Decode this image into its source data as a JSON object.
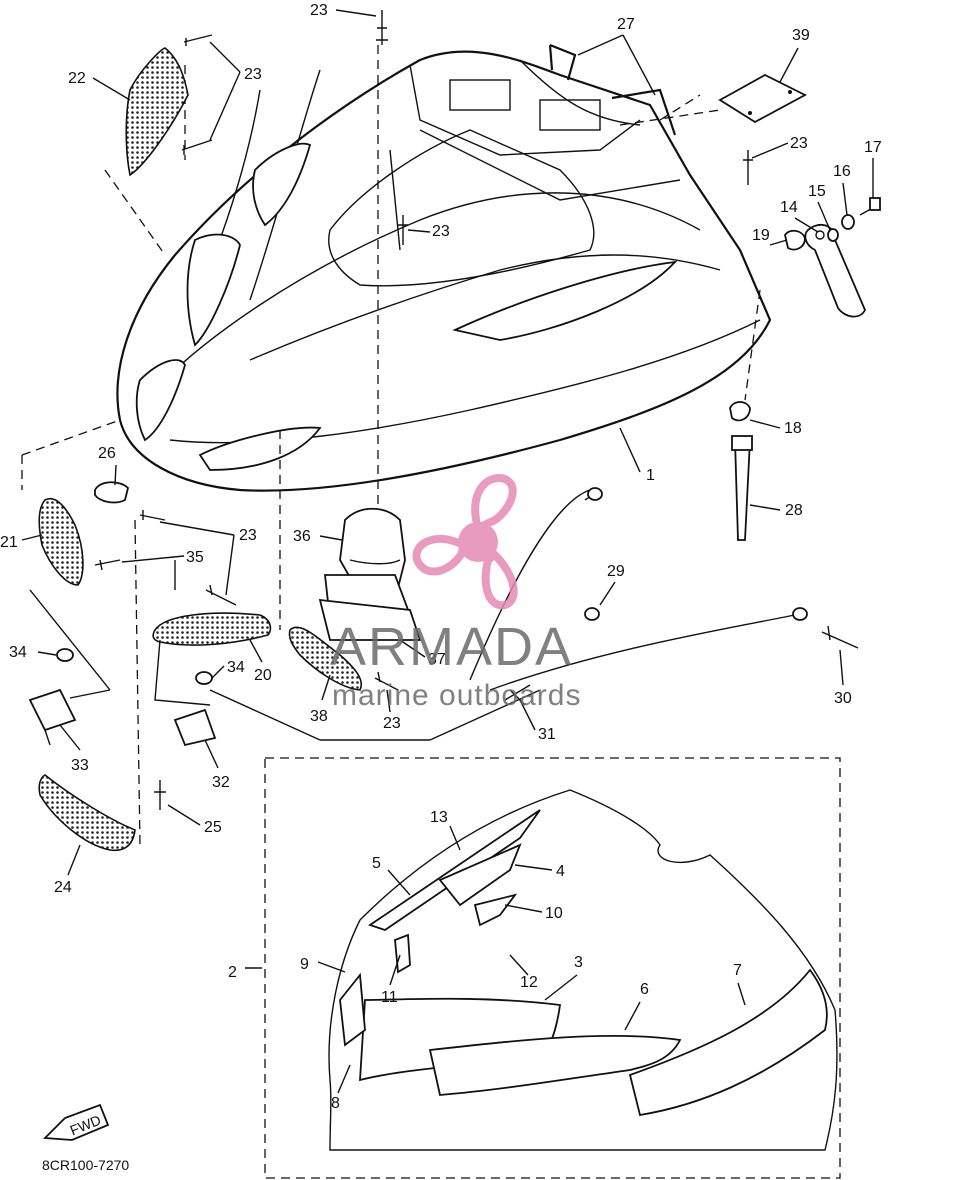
{
  "diagram": {
    "drawing_code": "8CR100-7270",
    "fwd_label": "FWD",
    "callouts": [
      {
        "id": "p1",
        "label": "1"
      },
      {
        "id": "p2",
        "label": "2"
      },
      {
        "id": "p3",
        "label": "3"
      },
      {
        "id": "p4",
        "label": "4"
      },
      {
        "id": "p5",
        "label": "5"
      },
      {
        "id": "p6",
        "label": "6"
      },
      {
        "id": "p7",
        "label": "7"
      },
      {
        "id": "p8",
        "label": "8"
      },
      {
        "id": "p9",
        "label": "9"
      },
      {
        "id": "p10",
        "label": "10"
      },
      {
        "id": "p11",
        "label": "11"
      },
      {
        "id": "p12",
        "label": "12"
      },
      {
        "id": "p13",
        "label": "13"
      },
      {
        "id": "p14",
        "label": "14"
      },
      {
        "id": "p15",
        "label": "15"
      },
      {
        "id": "p16",
        "label": "16"
      },
      {
        "id": "p17",
        "label": "17"
      },
      {
        "id": "p18",
        "label": "18"
      },
      {
        "id": "p19",
        "label": "19"
      },
      {
        "id": "p20",
        "label": "20"
      },
      {
        "id": "p21",
        "label": "21"
      },
      {
        "id": "p22",
        "label": "22"
      },
      {
        "id": "p23a",
        "label": "23"
      },
      {
        "id": "p23b",
        "label": "23"
      },
      {
        "id": "p23c",
        "label": "23"
      },
      {
        "id": "p23d",
        "label": "23"
      },
      {
        "id": "p23e",
        "label": "23"
      },
      {
        "id": "p23f",
        "label": "23"
      },
      {
        "id": "p24",
        "label": "24"
      },
      {
        "id": "p25",
        "label": "25"
      },
      {
        "id": "p26",
        "label": "26"
      },
      {
        "id": "p27",
        "label": "27"
      },
      {
        "id": "p28",
        "label": "28"
      },
      {
        "id": "p29",
        "label": "29"
      },
      {
        "id": "p30",
        "label": "30"
      },
      {
        "id": "p31",
        "label": "31"
      },
      {
        "id": "p32",
        "label": "32"
      },
      {
        "id": "p33",
        "label": "33"
      },
      {
        "id": "p34a",
        "label": "34"
      },
      {
        "id": "p34b",
        "label": "34"
      },
      {
        "id": "p35",
        "label": "35"
      },
      {
        "id": "p36",
        "label": "36"
      },
      {
        "id": "p37",
        "label": "37"
      },
      {
        "id": "p38",
        "label": "38"
      },
      {
        "id": "p39",
        "label": "39"
      }
    ]
  },
  "watermark": {
    "brand": "ARMADA",
    "tagline": "marine outboards",
    "logo_color": "#e58ab5"
  }
}
